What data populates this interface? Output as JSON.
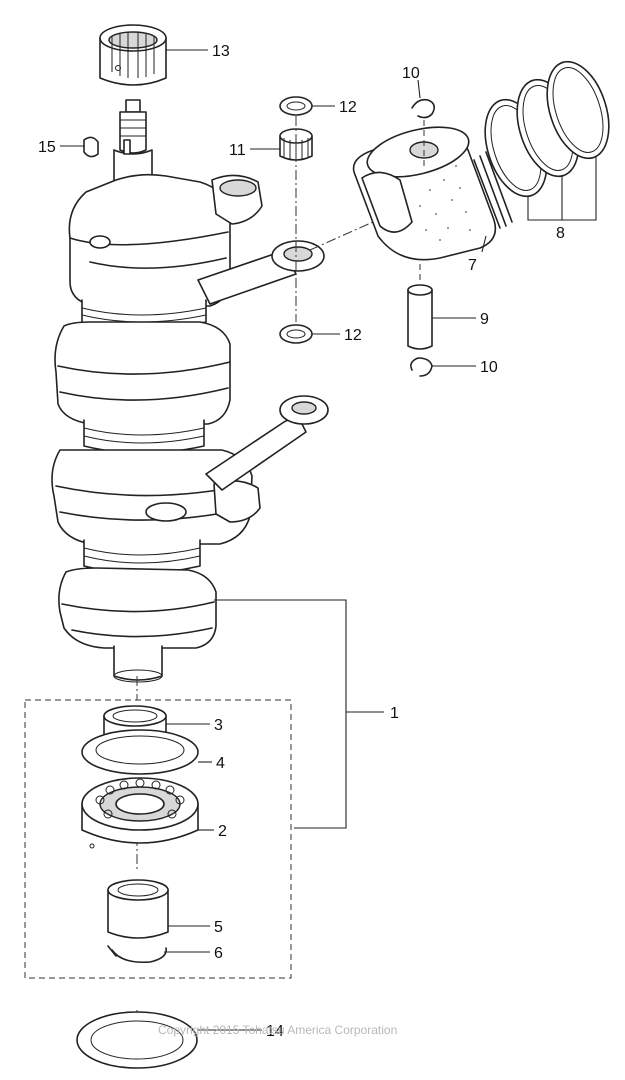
{
  "diagram": {
    "callouts": {
      "c1": "1",
      "c2": "2",
      "c3": "3",
      "c4": "4",
      "c5": "5",
      "c6": "6",
      "c7": "7",
      "c8": "8",
      "c9": "9",
      "c10a": "10",
      "c10b": "10",
      "c11": "11",
      "c12a": "12",
      "c12b": "12",
      "c13": "13",
      "c14": "14",
      "c15": "15"
    },
    "copyright": "Copyright 2015 Tohatsu America Corporation"
  }
}
